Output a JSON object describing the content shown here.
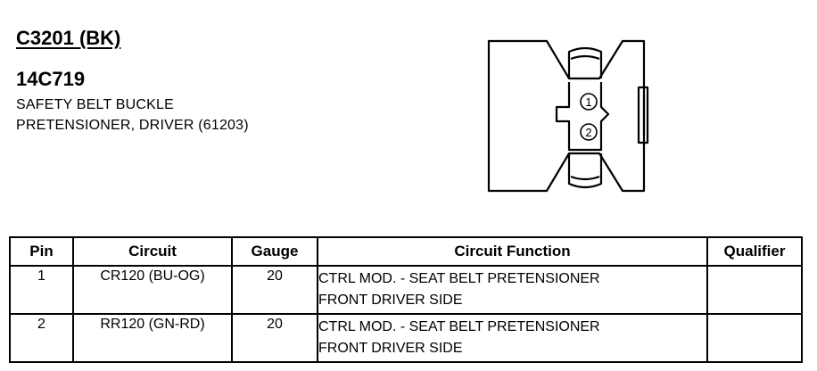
{
  "connector": {
    "id": "C3201 (BK)",
    "part_number": "14C719",
    "description_line1": "SAFETY BELT BUCKLE",
    "description_line2": "PRETENSIONER, DRIVER (61203)"
  },
  "diagram": {
    "pin_labels": [
      "1",
      "2"
    ]
  },
  "table": {
    "headers": {
      "pin": "Pin",
      "circuit": "Circuit",
      "gauge": "Gauge",
      "function": "Circuit Function",
      "qualifier": "Qualifier"
    },
    "rows": [
      {
        "pin": "1",
        "circuit": "CR120 (BU-OG)",
        "gauge": "20",
        "function_line1": "CTRL MOD. - SEAT BELT PRETENSIONER",
        "function_line2": "FRONT DRIVER SIDE",
        "qualifier": ""
      },
      {
        "pin": "2",
        "circuit": "RR120 (GN-RD)",
        "gauge": "20",
        "function_line1": "CTRL MOD. - SEAT BELT PRETENSIONER",
        "function_line2": "FRONT DRIVER SIDE",
        "qualifier": ""
      }
    ]
  }
}
